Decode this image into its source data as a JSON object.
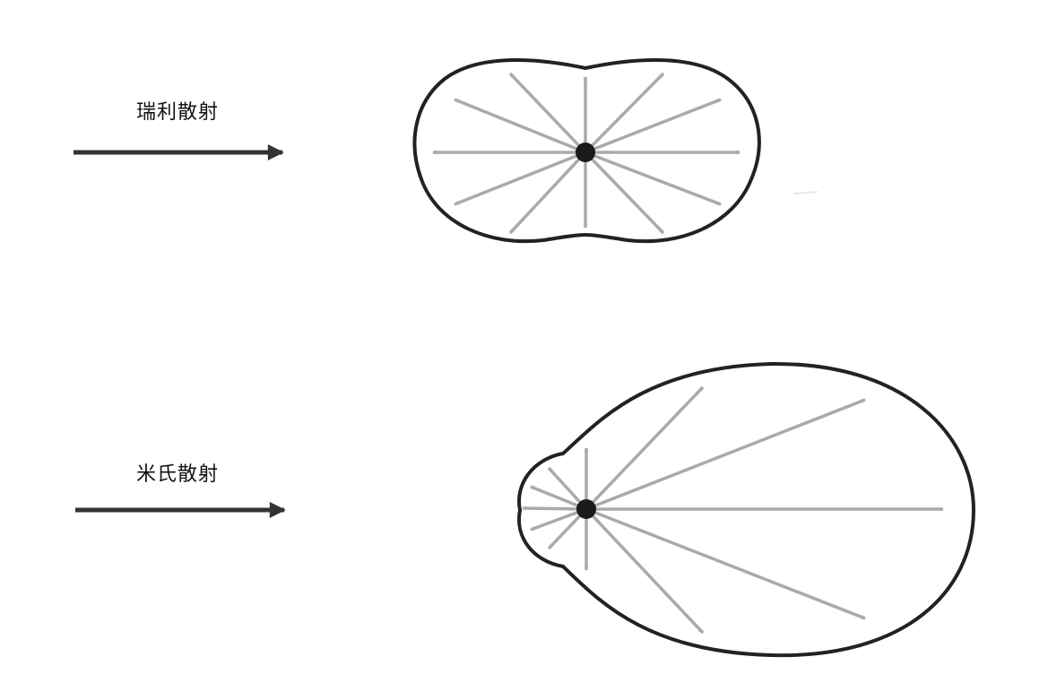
{
  "panels": [
    {
      "id": "rayleigh",
      "label": "瑞利散射"
    },
    {
      "id": "mie",
      "label": "米氏散射"
    }
  ],
  "colors": {
    "outline": "#222222",
    "scatter_arrow": "#aaaaaa",
    "incident_arrow": "#333333",
    "particle": "#1a1a1a"
  },
  "icons": [
    "incident-light-arrow",
    "scattering-particle",
    "scatter-direction-arrow",
    "intensity-outline"
  ]
}
